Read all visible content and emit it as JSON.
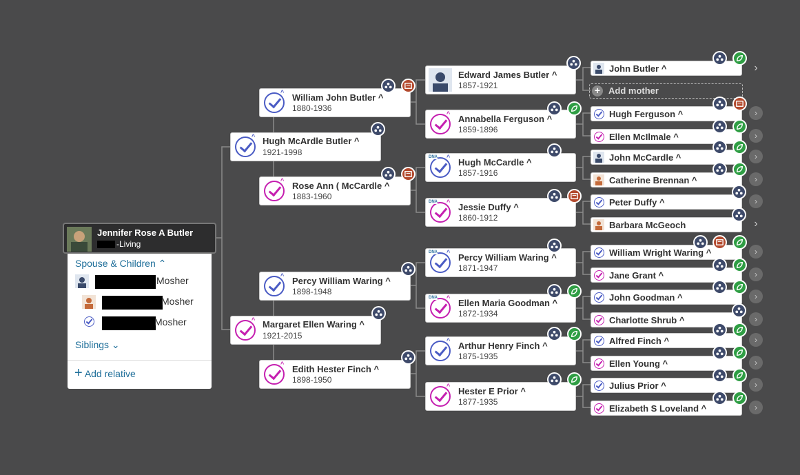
{
  "root": {
    "name": "Jennifer Rose A Butler",
    "status": "-Living"
  },
  "panel": {
    "spouse_children_label": "Spouse & Children",
    "spouses": [
      {
        "suffix": "Mosher"
      },
      {
        "suffix": "Mosher"
      },
      {
        "suffix": "Mosher"
      }
    ],
    "siblings_label": "Siblings",
    "add_relative_label": "Add relative"
  },
  "gen1": [
    {
      "name": "Hugh McArdle Butler ^",
      "dates": "1921-1998"
    },
    {
      "name": "Margaret Ellen Waring ^",
      "dates": "1921-2015"
    }
  ],
  "gen2": [
    {
      "name": "William John Butler ^",
      "dates": "1880-1936"
    },
    {
      "name": "Rose Ann ( McCardle ^",
      "dates": "1883-1960"
    },
    {
      "name": "Percy William Waring ^",
      "dates": "1898-1948"
    },
    {
      "name": "Edith Hester Finch ^",
      "dates": "1898-1950"
    }
  ],
  "gen3": [
    {
      "name": "Edward James Butler ^",
      "dates": "1857-1921"
    },
    {
      "name": "Annabella Ferguson ^",
      "dates": "1859-1896"
    },
    {
      "name": "Hugh McCardle ^",
      "dates": "1857-1916"
    },
    {
      "name": "Jessie Duffy ^",
      "dates": "1860-1912"
    },
    {
      "name": "Percy William Waring ^",
      "dates": "1871-1947"
    },
    {
      "name": "Ellen Maria Goodman ^",
      "dates": "1872-1934"
    },
    {
      "name": "Arthur Henry Finch ^",
      "dates": "1875-1935"
    },
    {
      "name": "Hester E Prior ^",
      "dates": "1877-1935"
    }
  ],
  "gen4": [
    {
      "name": "John Butler ^"
    },
    {
      "name": "Add mother"
    },
    {
      "name": "Hugh Ferguson ^"
    },
    {
      "name": "Ellen McIlmale ^"
    },
    {
      "name": "John McCardle ^"
    },
    {
      "name": "Catherine Brennan ^"
    },
    {
      "name": "Peter Duffy ^"
    },
    {
      "name": "Barbara McGeoch"
    },
    {
      "name": "William Wright Waring ^"
    },
    {
      "name": "Jane Grant ^"
    },
    {
      "name": "John Goodman ^"
    },
    {
      "name": "Charlotte Shrub ^"
    },
    {
      "name": "Alfred Finch ^"
    },
    {
      "name": "Ellen Young ^"
    },
    {
      "name": "Julius Prior ^"
    },
    {
      "name": "Elizabeth S Loveland ^"
    }
  ],
  "colors": {
    "background": "#4a4a4b",
    "male": "#4a5bc4",
    "female": "#c51fb0",
    "link": "#1f6f9a",
    "hint_badge": "#3e4a6a",
    "record_badge": "#b34a2e",
    "leaf_badge": "#2f9e44"
  },
  "icons": {
    "hint": "hint-people-icon",
    "record": "record-icon",
    "leaf": "leaf-icon",
    "check": "verified-check-icon",
    "arrow": "chevron-right-icon"
  }
}
